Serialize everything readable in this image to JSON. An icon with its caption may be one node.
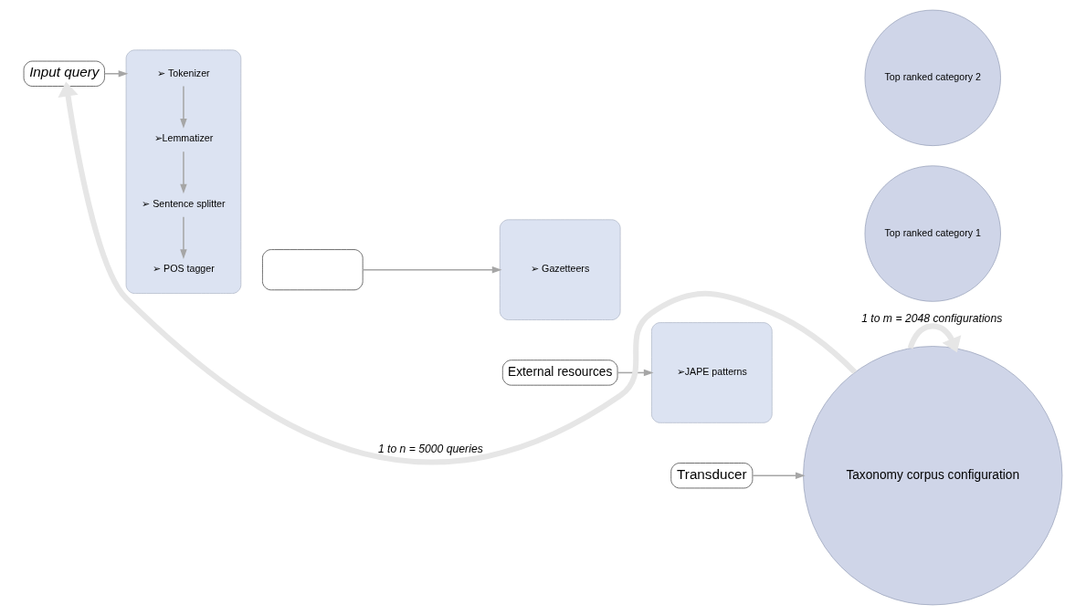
{
  "diagram": {
    "nodes": [
      {
        "text": [
          "Input query"
        ]
      },
      {
        "text": [],
        "shape": "box"
      },
      {
        "text": [
          "➢ Tokenizer"
        ],
        "in": 1
      },
      {
        "text": [
          "➢Lemmatizer"
        ],
        "in": 1
      },
      {
        "text": [
          "➢ Sentence splitter"
        ],
        "in": 1
      },
      {
        "text": [
          "➢ POS tagger"
        ],
        "in": 1
      },
      {
        "text": [],
        "shape": "box"
      },
      {
        "text": [
          "➢ Gazetteers"
        ]
      },
      {
        "text": [
          "External resources"
        ]
      },
      {
        "text": [
          "➢JAPE patterns"
        ]
      },
      {
        "text": [
          "Transducer"
        ]
      },
      {
        "text": [
          "Taxonomy corpus configuration"
        ]
      },
      {
        "text": [
          "Top ranked category 1"
        ]
      },
      {
        "text": [
          "Top ranked category 2"
        ]
      }
    ],
    "edges": [
      {
        "from": 0,
        "to": 1,
        "arrow": "to"
      },
      {
        "from": 2,
        "to": 3,
        "arrow": "to"
      },
      {
        "from": 3,
        "to": 4,
        "arrow": "to"
      },
      {
        "from": 4,
        "to": 5,
        "arrow": "to"
      },
      {
        "from": 6,
        "to": 7,
        "arrow": "to"
      },
      {
        "from": 8,
        "to": 9,
        "arrow": "to"
      },
      {
        "from": 10,
        "to": 11,
        "arrow": "to"
      },
      {
        "from": 11,
        "to": 0,
        "arrow": "to",
        "style": "thick",
        "color": "#e6e6e6",
        "label": "1 to n = 5000 queries"
      },
      {
        "from": 11,
        "to": 11,
        "arrow": "to",
        "style": "thick",
        "color": "#e6e6e6",
        "label": "1 to m = 2048 configurations"
      }
    ]
  }
}
